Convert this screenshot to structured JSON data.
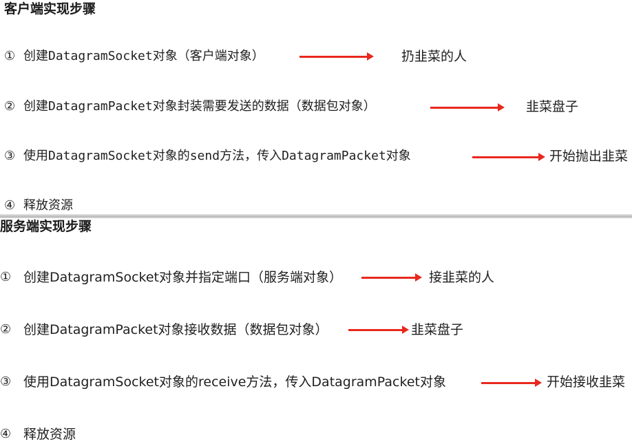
{
  "client": {
    "title": "客户端实现步骤",
    "steps": [
      {
        "num": "①",
        "text": "创建DatagramSocket对象（客户端对象）",
        "result": "扔韭菜的人"
      },
      {
        "num": "②",
        "text": "创建DatagramPacket对象封装需要发送的数据（数据包对象）",
        "result": "韭菜盘子"
      },
      {
        "num": "③",
        "text": "使用DatagramSocket对象的send方法，传入DatagramPacket对象",
        "result": "开始抛出韭菜"
      },
      {
        "num": "④",
        "text": "释放资源"
      }
    ]
  },
  "server": {
    "title": "服务端实现步骤",
    "steps": [
      {
        "num": "①",
        "text": "创建DatagramSocket对象并指定端口（服务端对象）",
        "result": "接韭菜的人"
      },
      {
        "num": "②",
        "text": "创建DatagramPacket对象接收数据（数据包对象）",
        "result": "韭菜盘子"
      },
      {
        "num": "③",
        "text": "使用DatagramSocket对象的receive方法，传入DatagramPacket对象",
        "result": "开始接收韭菜"
      },
      {
        "num": "④",
        "text": "释放资源"
      }
    ]
  },
  "colors": {
    "arrow": "#e8281e",
    "divider": "#b9b9b9"
  }
}
